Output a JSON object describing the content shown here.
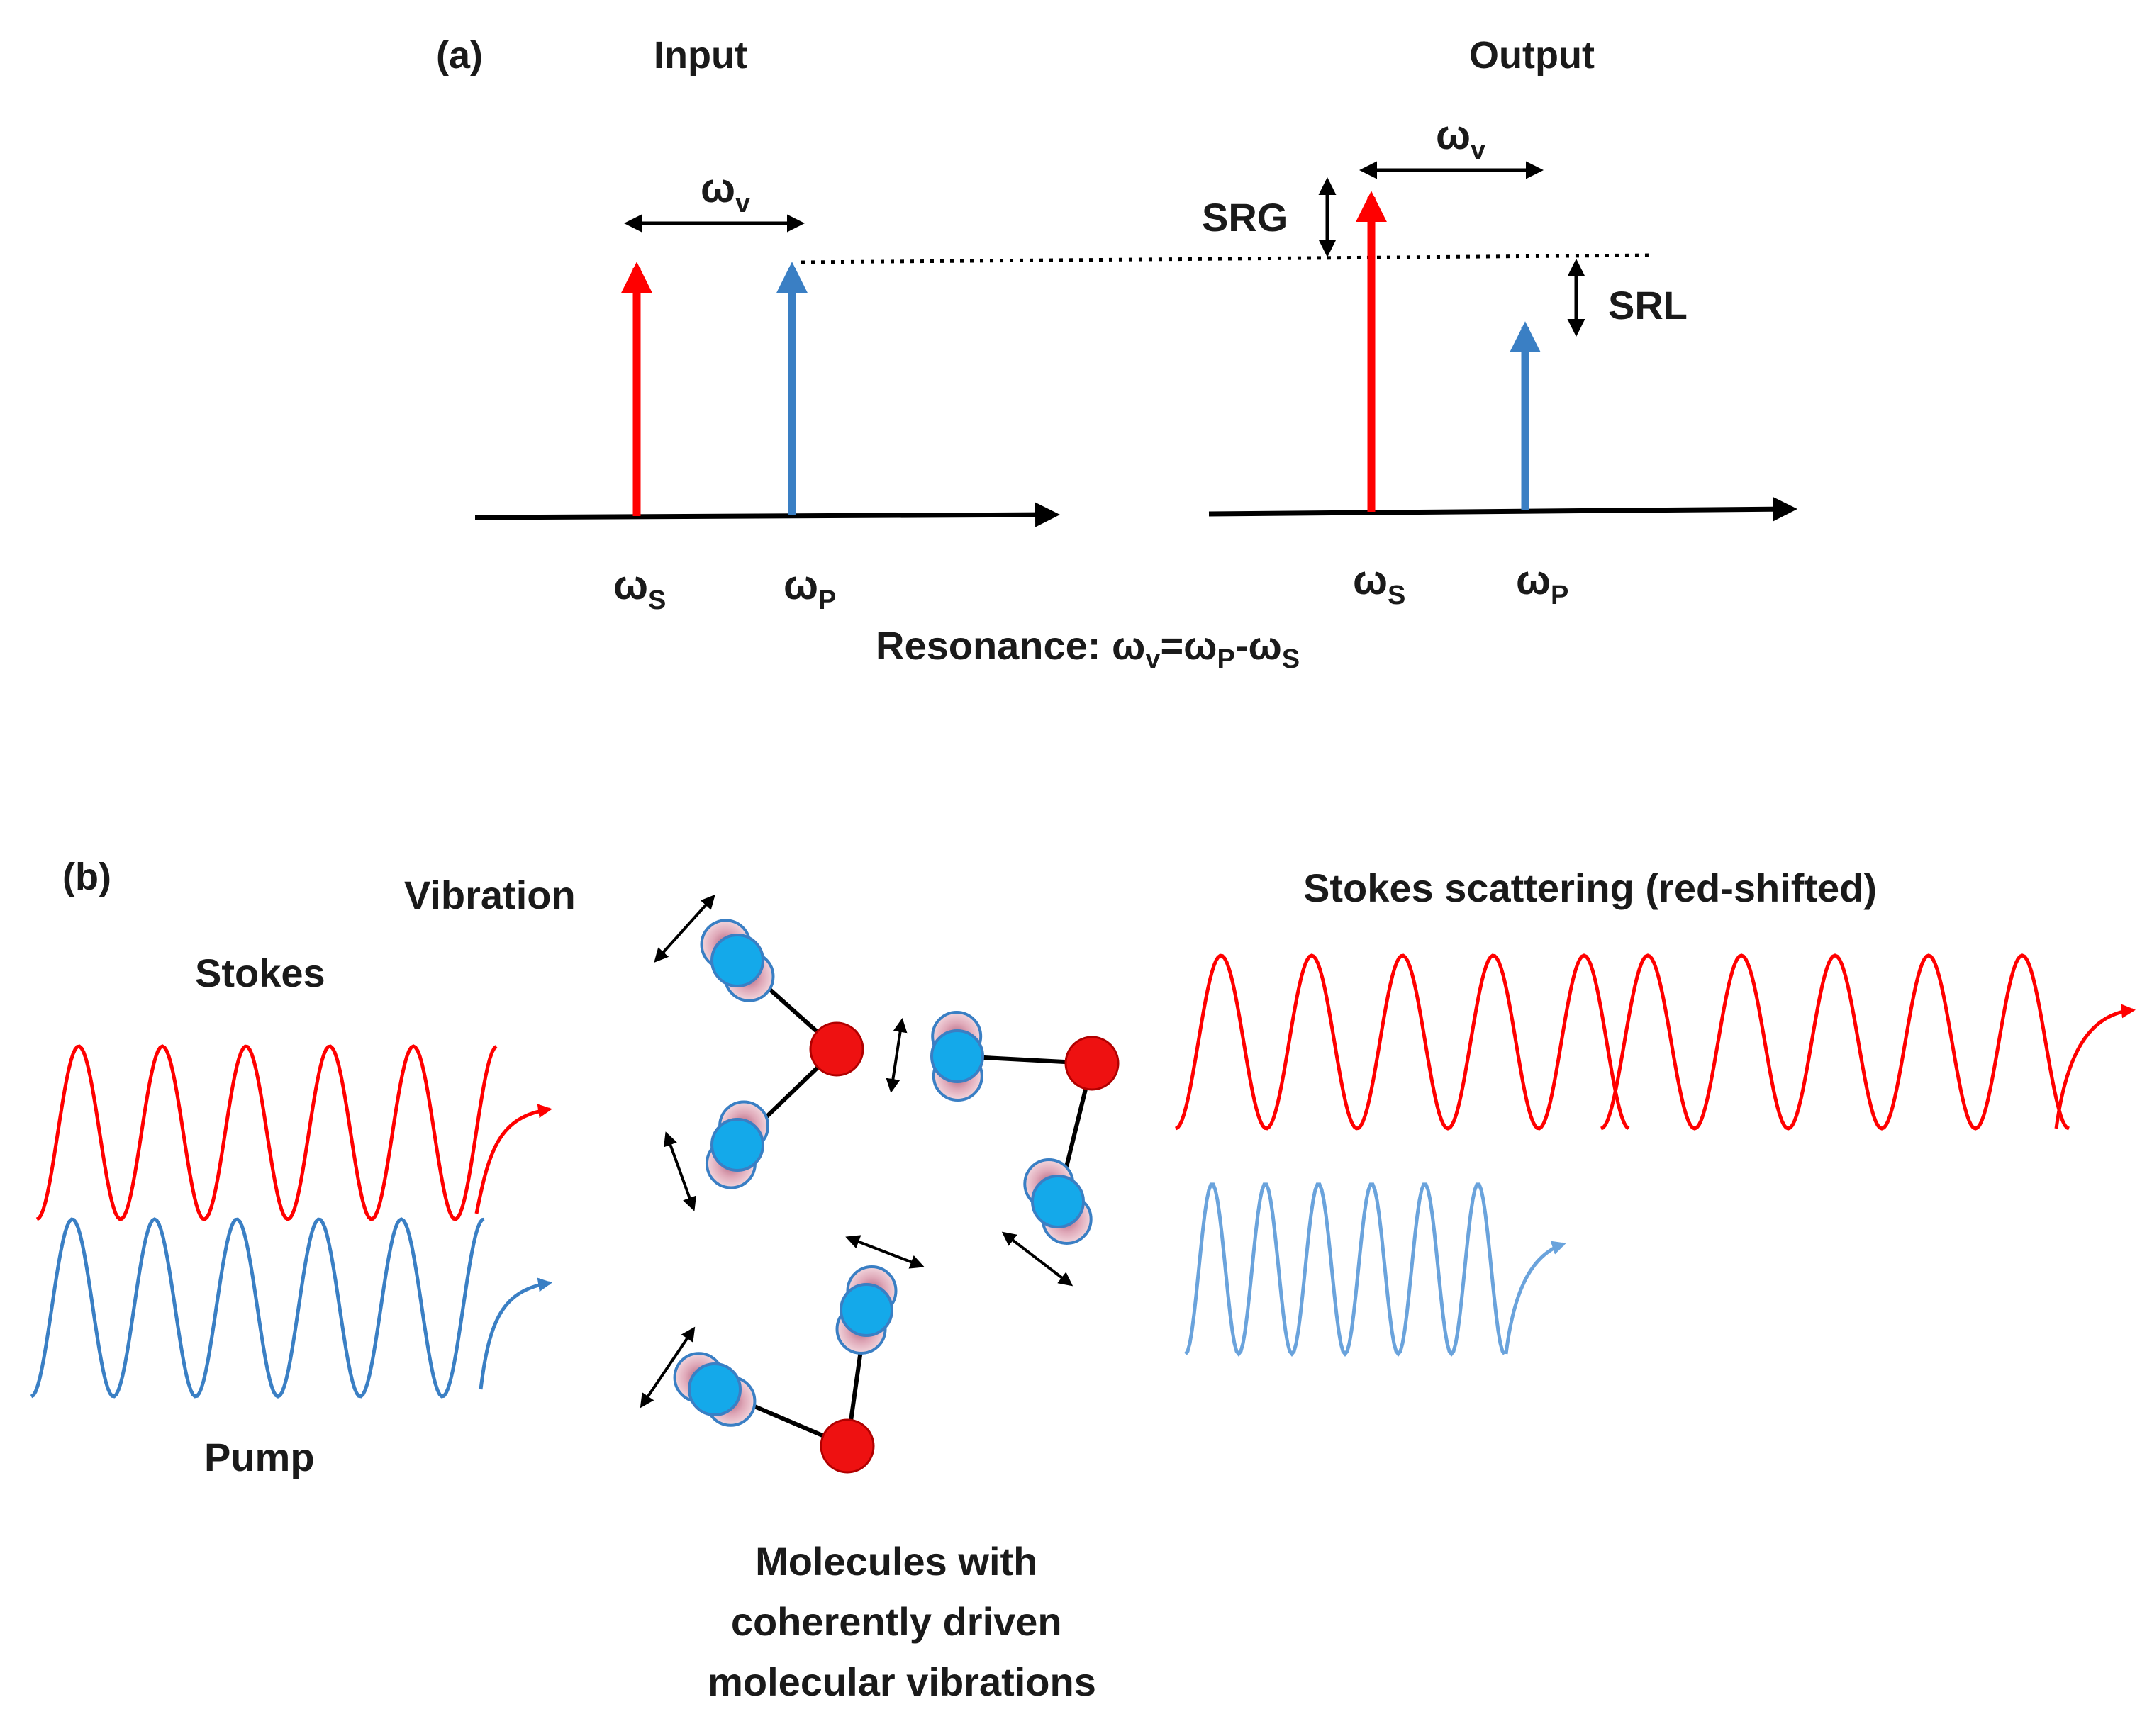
{
  "panel_a": {
    "label": "(a)",
    "input_title": "Input",
    "output_title": "Output",
    "omega_symbol": "ω",
    "sub_v": "v",
    "sub_s": "S",
    "sub_p": "P",
    "srg_label": "SRG",
    "srl_label": "SRL",
    "resonance_prefix": "Resonance: ",
    "equals": "=",
    "minus": "-"
  },
  "panel_b": {
    "label": "(b)",
    "vibration_label": "Vibration",
    "stokes_label": "Stokes",
    "pump_label": "Pump",
    "scatter_label": "Stokes scattering (red-shifted)",
    "molecules_caption": [
      "Molecules with",
      "coherently driven",
      "molecular vibrations"
    ]
  },
  "colors": {
    "stokes_red": "#ff0000",
    "pump_blue": "#3a7fc4",
    "pump_blue_light": "#6aa3dc",
    "atom_red": "#ee1111",
    "atom_cyan": "#14a9ea",
    "atom_halo": "#e7b8c4",
    "ink": "#000000"
  }
}
